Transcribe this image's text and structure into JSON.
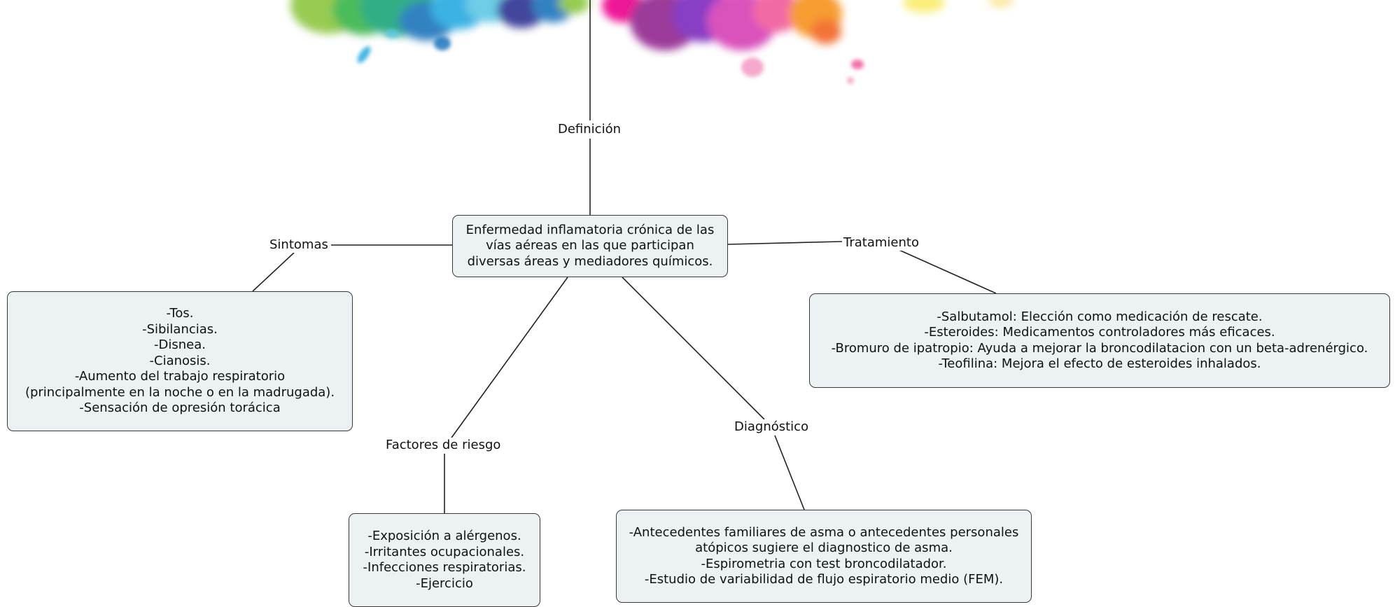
{
  "central": {
    "lines": [
      "Enfermedad inflamatoria crónica de las",
      "vías aéreas en las que participan",
      "diversas áreas y mediadores químicos."
    ]
  },
  "labels": {
    "definicion": "Definición",
    "sintomas": "Sintomas",
    "tratamiento": "Tratamiento",
    "factores": "Factores de riesgo",
    "diagnostico": "Diagnóstico"
  },
  "sintomas_box": {
    "lines": [
      "-Tos.",
      "-Sibilancias.",
      "-Disnea.",
      "-Cianosis.",
      "-Aumento del trabajo respiratorio",
      "(principalmente en la noche o en la madrugada).",
      "-Sensación de opresión torácica"
    ]
  },
  "tratamiento_box": {
    "lines": [
      "-Salbutamol: Elección como medicación de rescate.",
      "-Esteroides: Medicamentos controladores más eficaces.",
      "-Bromuro de ipatropio: Ayuda a mejorar la broncodilatacion con un beta-adrenérgico.",
      "-Teofilina: Mejora el efecto de esteroides inhalados."
    ]
  },
  "factores_box": {
    "lines": [
      "-Exposición a alérgenos.",
      "-Irritantes ocupacionales.",
      "-Infecciones respiratorias.",
      "-Ejercicio"
    ]
  },
  "diagnostico_box": {
    "lines": [
      "-Antecedentes familiares de asma o antecedentes personales",
      "atópicos sugiere el diagnostico de asma.",
      "-Espirometria con test broncodilatador.",
      "-Estudio de variabilidad de flujo espiratorio medio (FEM)."
    ]
  },
  "colors": {
    "node_fill": "#ecf1f3",
    "node_border": "#3a3a3a",
    "connector": "#222222"
  }
}
